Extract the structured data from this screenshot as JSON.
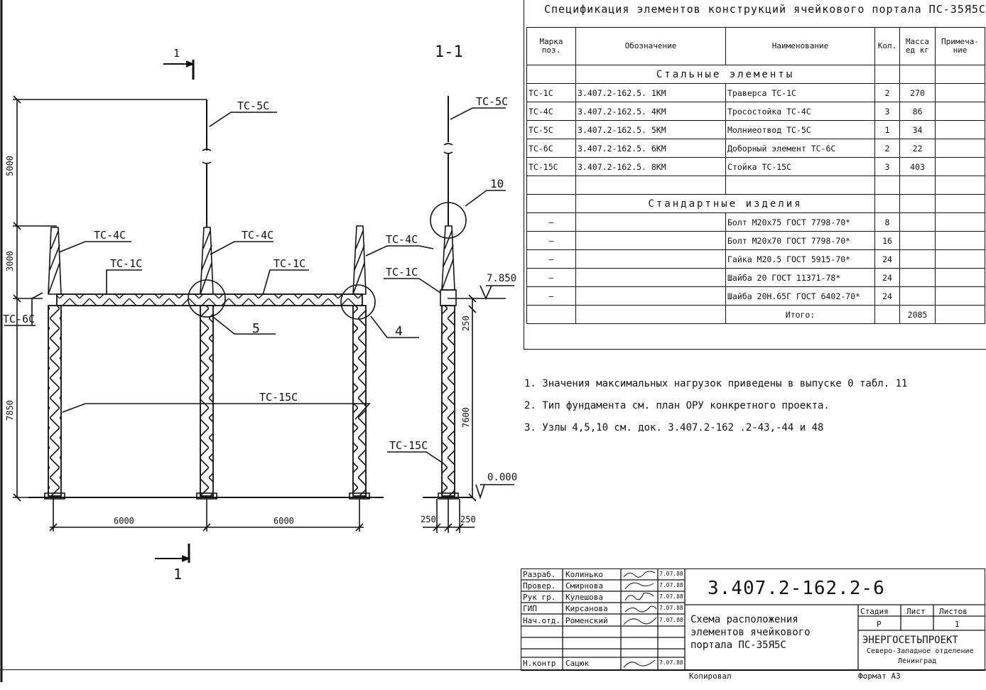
{
  "spec": {
    "title": "Спецификация элементов конструкций ячейкового портала ПС-35Я5С",
    "headers": {
      "mark": "Марка поз.",
      "designation": "Обозначение",
      "name": "Наименование",
      "qty": "Кол.",
      "mass": "Масса ед кг",
      "note": "Примеча-ние"
    },
    "section_steel": "Стальные элементы",
    "steel_rows": [
      {
        "mark": "ТС-1С",
        "designation": "3.407.2-162.5. 1КМ",
        "name": "Траверса ТС-1С",
        "qty": "2",
        "mass": "270"
      },
      {
        "mark": "ТС-4С",
        "designation": "3.407.2-162.5. 4КМ",
        "name": "Тросостойка ТС-4С",
        "qty": "3",
        "mass": "86"
      },
      {
        "mark": "ТС-5С",
        "designation": "3.407.2-162.5. 5КМ",
        "name": "Молниеотвод ТС-5С",
        "qty": "1",
        "mass": "34"
      },
      {
        "mark": "ТС-6С",
        "designation": "3.407.2-162.5. 6КМ",
        "name": "Доборный элемент ТС-6С",
        "qty": "2",
        "mass": "22"
      },
      {
        "mark": "ТС-15С",
        "designation": "3.407.2-162.5. 8КМ",
        "name": "Стойка ТС-15С",
        "qty": "3",
        "mass": "403"
      }
    ],
    "section_std": "Стандартные изделия",
    "std_rows": [
      {
        "mark": "—",
        "name": "Болт М20х75 ГОСТ 7798-70*",
        "qty": "8"
      },
      {
        "mark": "—",
        "name": "Болт М20х70 ГОСТ 7798-70*",
        "qty": "16"
      },
      {
        "mark": "—",
        "name": "Гайка М20.5 ГОСТ 5915-70*",
        "qty": "24"
      },
      {
        "mark": "—",
        "name": "Шайба 20 ГОСТ 11371-78*",
        "qty": "24"
      },
      {
        "mark": "—",
        "name": "Шайба 20Н.65Г ГОСТ 6402-70*",
        "qty": "24"
      }
    ],
    "total_label": "Итого:",
    "total_value": "2085"
  },
  "notes": [
    "1. Значения максимальных нагрузок приведены в выпуске 0 табл. 11",
    "2. Тип фундамента см. план ОРУ конкретного проекта.",
    "3. Узлы 4,5,10 см. док. 3.407.2-162 .2-43,-44 и 48"
  ],
  "drawing": {
    "section_mark": "1",
    "section_view": "1-1",
    "labels": {
      "tc5c": "ТС-5С",
      "tc4c": "ТС-4С",
      "tc1c": "ТС-1С",
      "tc6c": "ТС-6С",
      "tc15c": "ТС-15С",
      "node5": "5",
      "node4": "4",
      "node10": "10"
    },
    "dims": {
      "d5000": "5000",
      "d3000": "3000",
      "d7850": "7850",
      "d6000a": "6000",
      "d6000b": "6000",
      "d250v": "250",
      "d7600": "7600",
      "d250a": "250",
      "d250b": "250"
    },
    "levels": {
      "top": "7.850",
      "ground": "0.000"
    }
  },
  "stamp": {
    "rows": [
      {
        "role": "Разраб.",
        "person": "Колинько",
        "date": "7.07.88"
      },
      {
        "role": "Провер.",
        "person": "Смирнова",
        "date": "7.07.88"
      },
      {
        "role": "Рук гр.",
        "person": "Кулешова",
        "date": "7.07.88"
      },
      {
        "role": "ГИП",
        "person": "Кирсанова",
        "date": "7.07.88"
      },
      {
        "role": "Нач.отд.",
        "person": "Роменский",
        "date": "7.07.88"
      },
      {
        "role": "",
        "person": "",
        "date": ""
      },
      {
        "role": "",
        "person": "",
        "date": ""
      },
      {
        "role": "Н.контр",
        "person": "Сацюк",
        "date": "7.07.88"
      }
    ],
    "doc_number": "3.407.2-162.2-6",
    "title": "Схема расположения элементов ячейкового портала ПС-35Я5С",
    "stage_label": "Стадия",
    "sheet_label": "Лист",
    "sheets_label": "Листов",
    "stage": "Р",
    "sheet": "",
    "sheets": "1",
    "org": "ЭНЕРГОСЕТЬПРОЕКТ",
    "org_sub": "Северо-Западное отделение",
    "org_city": "Ленинград"
  },
  "footer": {
    "copied": "Копировал",
    "format": "Формат А3"
  }
}
